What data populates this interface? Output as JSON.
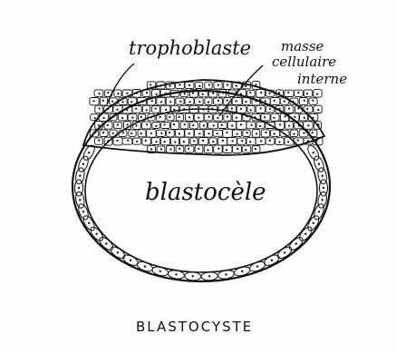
{
  "diagram": {
    "labels": {
      "trophoblast": "trophoblaste",
      "inner_cell_mass": [
        "masse",
        "cellulaire",
        "interne"
      ],
      "cavity": "blastocèle",
      "caption": "BLASTOCYSTE"
    },
    "colors": {
      "ink": "#111111",
      "paper": "#fdfdfd"
    }
  }
}
